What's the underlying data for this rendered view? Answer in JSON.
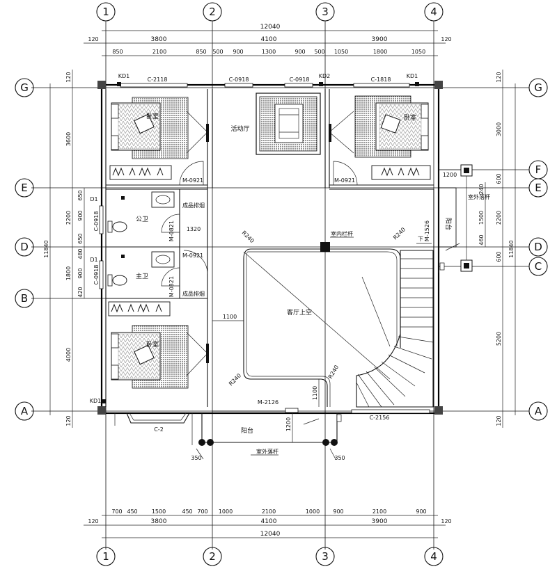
{
  "grid": {
    "numbers": [
      "1",
      "2",
      "3",
      "4"
    ],
    "letters": [
      "G",
      "F",
      "E",
      "D",
      "C",
      "B",
      "A"
    ]
  },
  "dims": {
    "top_total": "12040",
    "top_mid": [
      "120",
      "3800",
      "4100",
      "3900",
      "120"
    ],
    "top_detail": [
      "850",
      "2100",
      "850",
      "500",
      "900",
      "1300",
      "900",
      "500",
      "1050",
      "1800",
      "1050"
    ],
    "bottom_total": "12040",
    "bottom_mid": [
      "120",
      "3800",
      "4100",
      "3900",
      "120"
    ],
    "bottom_detail": [
      "700",
      "450",
      "1500",
      "450",
      "700",
      "1000",
      "2100",
      "1000",
      "900",
      "2100",
      "900"
    ],
    "left_total": "11840",
    "left_mid": [
      "120",
      "3600",
      "2200",
      "1800",
      "4000",
      "120"
    ],
    "left_detail": [
      "650",
      "900",
      "650",
      "480",
      "900",
      "420"
    ],
    "right_total": "11840",
    "right_mid": [
      "120",
      "3000",
      "600",
      "2200",
      "600",
      "5200",
      "120"
    ],
    "right_detail": [
      "240",
      "1500",
      "460"
    ],
    "inner": [
      "1320",
      "1100",
      "1100",
      "1200",
      "1200"
    ]
  },
  "labels": {
    "windows": [
      "C-2118",
      "C-0918",
      "C-0918",
      "C-1818",
      "C-0918",
      "C-0918",
      "C-2156",
      "C-2"
    ],
    "doors": [
      "M-0921",
      "M-0921",
      "M-0921",
      "M-0821",
      "M-0821",
      "M-2126",
      "M-1526"
    ],
    "kd": [
      "KD1",
      "KD2",
      "KD1",
      "KD1"
    ],
    "d": [
      "D1",
      "D1"
    ],
    "radii": [
      "R240",
      "R240",
      "R240",
      "R240"
    ],
    "posts": [
      "350",
      "350"
    ],
    "notes": [
      "成品排烟",
      "成品排烟",
      "室外落杆",
      "室外落杆",
      "室内栏杆"
    ],
    "down": "下"
  },
  "rooms": {
    "bedroom_top": "卧室",
    "activity": "活动厅",
    "bedroom_tr": "卧室",
    "public_bath": "公卫",
    "master_bath": "主卫",
    "void": "客厅上空",
    "bedroom_bottom": "卧室",
    "balcony_bottom": "阳台",
    "balcony_right": "阳台"
  }
}
